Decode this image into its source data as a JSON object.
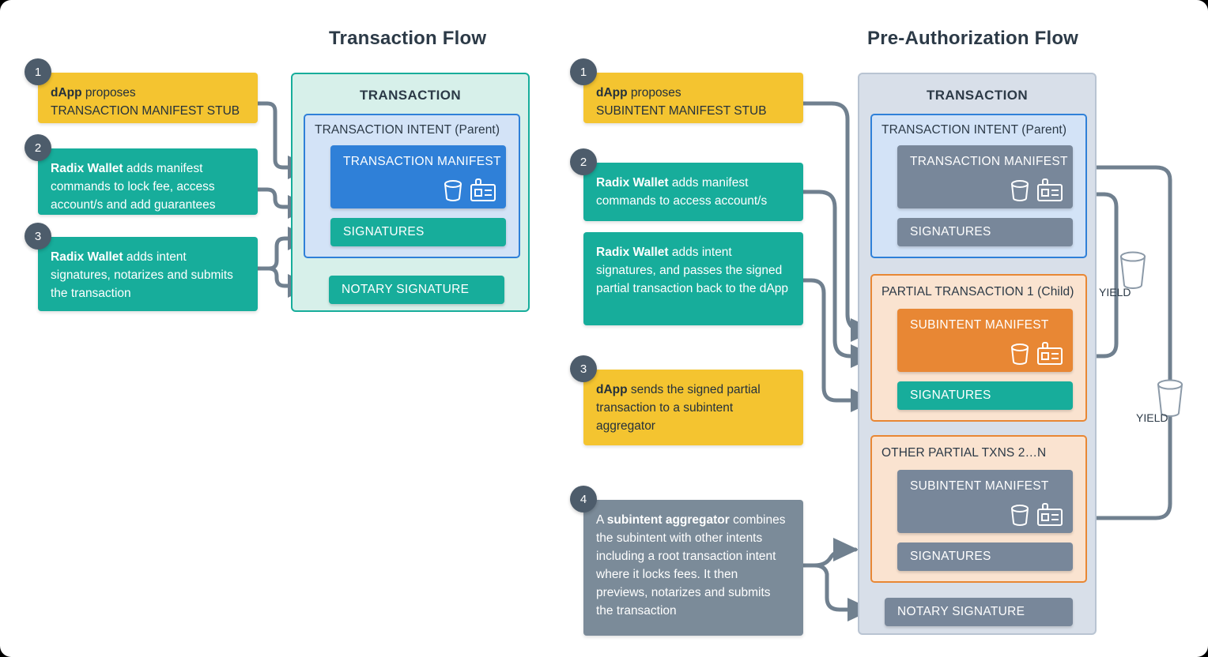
{
  "left": {
    "title": "Transaction Flow",
    "steps": [
      {
        "num": "1",
        "kind": "yellow",
        "lead": "dApp",
        "rest": " proposes",
        "line2": "TRANSACTION MANIFEST STUB"
      },
      {
        "num": "2",
        "kind": "teal",
        "lead": "Radix Wallet",
        "rest": " adds manifest commands to lock fee, access account/s and add guarantees"
      },
      {
        "num": "3",
        "kind": "teal",
        "lead": "Radix Wallet",
        "rest": " adds intent signatures, notarizes and submits the transaction"
      }
    ],
    "container": {
      "title": "TRANSACTION",
      "intent_label": "TRANSACTION INTENT (Parent)",
      "manifest": "TRANSACTION MANIFEST",
      "signatures": "SIGNATURES",
      "notary": "NOTARY SIGNATURE"
    }
  },
  "right": {
    "title": "Pre-Authorization Flow",
    "steps": [
      {
        "num": "1",
        "kind": "yellow",
        "lead": "dApp",
        "rest": " proposes",
        "line2": "SUBINTENT MANIFEST STUB"
      },
      {
        "num": "2",
        "kind": "teal",
        "lead": "Radix Wallet",
        "rest": " adds manifest commands to access account/s"
      },
      {
        "num": "",
        "kind": "teal",
        "lead": "Radix Wallet",
        "rest": " adds intent signatures, and passes the signed partial transaction back to the dApp"
      },
      {
        "num": "3",
        "kind": "yellow",
        "lead": "dApp",
        "rest": " sends the signed partial transaction to a subintent aggregator"
      },
      {
        "num": "4",
        "kind": "slate",
        "pre": "A ",
        "lead": "subintent aggregator",
        "rest": " combines the subintent with other intents including a root transaction intent where it locks fees. It then previews, notarizes and submits the transaction"
      }
    ],
    "container": {
      "title": "TRANSACTION",
      "intent_label": "TRANSACTION INTENT (Parent)",
      "manifest": "TRANSACTION MANIFEST",
      "signatures": "SIGNATURES",
      "partial1_label": "PARTIAL TRANSACTION 1 (Child)",
      "partial1_manifest": "SUBINTENT MANIFEST",
      "partial1_signatures": "SIGNATURES",
      "otherpartial_label": "OTHER PARTIAL TXNS 2…N",
      "otherpartial_manifest": "SUBINTENT MANIFEST",
      "otherpartial_signatures": "SIGNATURES",
      "notary": "NOTARY SIGNATURE"
    },
    "yield_top": "YIELD",
    "yield_bottom": "YIELD"
  },
  "icons": {
    "bucket": "bucket-icon",
    "badge": "id-badge-icon"
  },
  "colors": {
    "yellow": "#f4c430",
    "teal": "#17ad9b",
    "blue": "#2f80d8",
    "orange": "#e88734",
    "slate": "#78879a",
    "arrow": "#70808f",
    "text_dark": "#2c3a47"
  }
}
